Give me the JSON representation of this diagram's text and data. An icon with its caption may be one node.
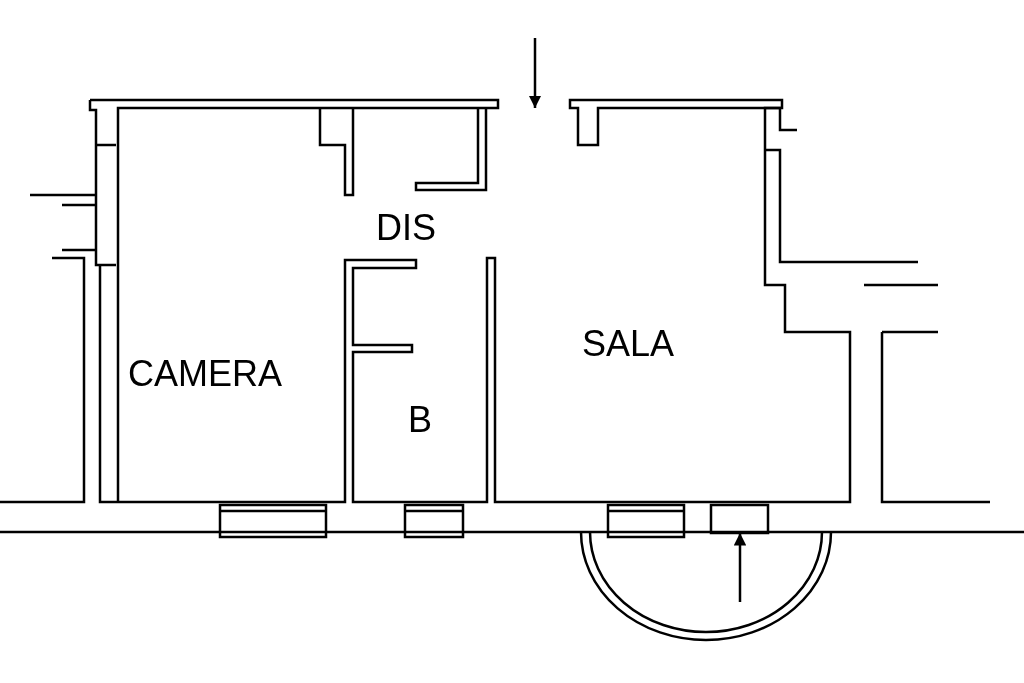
{
  "diagram": {
    "labels": [
      "DIS",
      "SALA",
      "CAMERA",
      "B"
    ]
  }
}
